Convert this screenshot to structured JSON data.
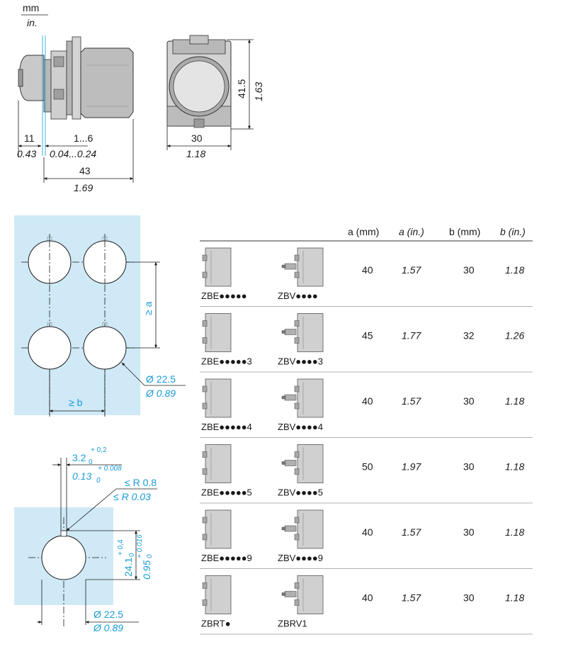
{
  "units": {
    "metric": "mm",
    "imperial": "in."
  },
  "side_view": {
    "dim_bezel_mm": "11",
    "dim_bezel_in": "0.43",
    "dim_panel_mm": "1...6",
    "dim_panel_in": "0.04...0.24",
    "dim_depth_mm": "43",
    "dim_depth_in": "1.69"
  },
  "rear_view": {
    "dim_width_mm": "30",
    "dim_width_in": "1.18",
    "dim_height_mm": "41.5",
    "dim_height_in": "1.63"
  },
  "cutout_grid": {
    "spacing_a": "≥ a",
    "spacing_b": "≥ b",
    "dia_mm": "Ø 22.5",
    "dia_in": "Ø 0.89"
  },
  "keyed_cutout": {
    "key_width_mm": "3.2",
    "key_width_mm_tol": "+ 0,2",
    "key_width_mm_low": "0",
    "key_width_in": "0.13",
    "key_width_in_tol": "+ 0.008",
    "key_width_in_low": "0",
    "radius_mm": "≤ R 0.8",
    "radius_in": "≤ R 0.03",
    "key_depth_mm": "24.1",
    "key_depth_mm_tol": "+ 0,4",
    "key_depth_mm_low": "0",
    "key_depth_in": "0.95",
    "key_depth_in_tol": "+ 0.016",
    "key_depth_in_low": "0",
    "dia_mm": "Ø 22.5",
    "dia_in": "Ø 0.89"
  },
  "table": {
    "headers": [
      "a (mm)",
      "a (in.)",
      "b (mm)",
      "b (in.)"
    ],
    "rows": [
      {
        "left_model": "ZBE●●●●●",
        "right_model": "ZBV●●●●",
        "a_mm": "40",
        "a_in": "1.57",
        "b_mm": "30",
        "b_in": "1.18"
      },
      {
        "left_model": "ZBE●●●●●3",
        "right_model": "ZBV●●●●3",
        "a_mm": "45",
        "a_in": "1.77",
        "b_mm": "32",
        "b_in": "1.26"
      },
      {
        "left_model": "ZBE●●●●●4",
        "right_model": "ZBV●●●●4",
        "a_mm": "40",
        "a_in": "1.57",
        "b_mm": "30",
        "b_in": "1.18"
      },
      {
        "left_model": "ZBE●●●●●5",
        "right_model": "ZBV●●●●5",
        "a_mm": "50",
        "a_in": "1.97",
        "b_mm": "30",
        "b_in": "1.18"
      },
      {
        "left_model": "ZBE●●●●●9",
        "right_model": "ZBV●●●●9",
        "a_mm": "40",
        "a_in": "1.57",
        "b_mm": "30",
        "b_in": "1.18"
      },
      {
        "left_model": "ZBRT●",
        "right_model": "ZBRV1",
        "a_mm": "40",
        "a_in": "1.57",
        "b_mm": "30",
        "b_in": "1.18"
      }
    ]
  }
}
